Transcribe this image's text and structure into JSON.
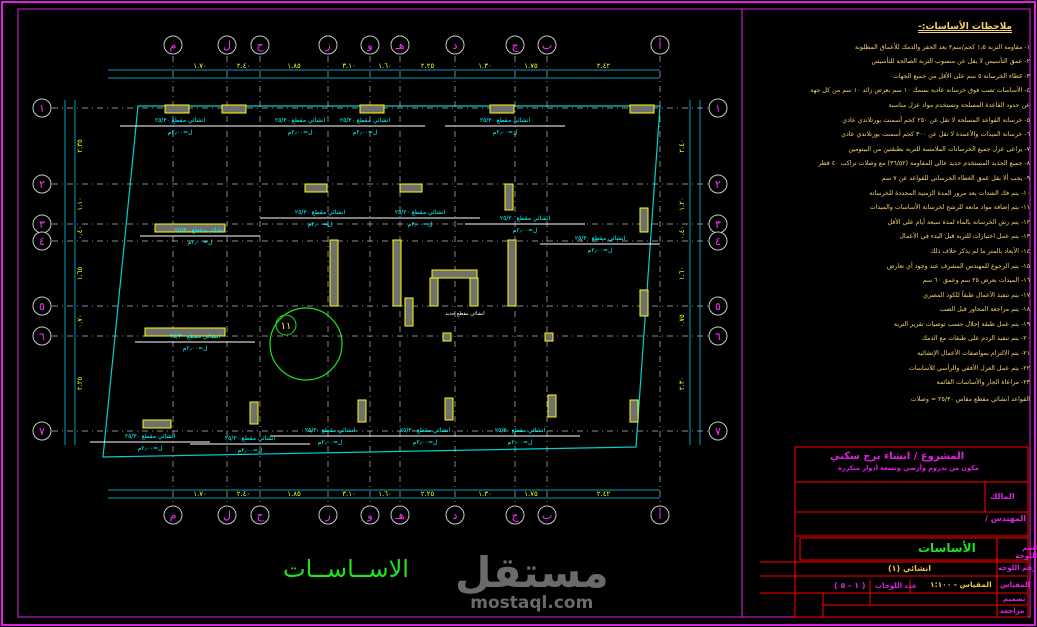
{
  "drawing": {
    "column_axes": [
      "م",
      "ل",
      "ح",
      "ز",
      "و",
      "هـ",
      "د",
      "ج",
      "ب",
      "أ"
    ],
    "row_axes": [
      "١",
      "٢",
      "٣",
      "٤",
      "٥",
      "٦",
      "٧"
    ],
    "top_dimensions": [
      "١.٧٠",
      "٢.٤٠",
      "١.٨٥",
      "٣.١٠",
      "١.٦٠",
      "٢.٢٥",
      "١.٣٠",
      "١.٧٥",
      "٢.٤٢"
    ],
    "bottom_dimensions": [
      "١.٧٠",
      "٢.٤٠",
      "١.٨٥",
      "٣.١٠",
      "١.٦٠",
      "٢.٢٥",
      "١.٣٠",
      "١.٧٥",
      "٢.٤٢"
    ],
    "left_dimensions": [
      "٢.٣٥",
      "١.١٠",
      "٠.٤٠",
      "١.٦٥",
      "٠.٧٠",
      "٢.٢٥"
    ],
    "right_dimensions": [
      "٢.٤٠",
      "١.٢٠",
      "٠.٤٠",
      "١.٦٠",
      "٠.٧٥",
      "٢.٣٠"
    ],
    "footing_label": "انشائي مقطع ٢٥/٣٠",
    "footing_sub": "ل=٢٫٠٠م",
    "detail_label": "١١",
    "center_note": "انشائي مقطع جديد"
  },
  "notes": {
    "title": "ملاحظات الأساسات:-",
    "items": [
      "١- مقاومة التربة ١٫٥ كجم/سم٢ بعد الحفر والدمك للأعماق المطلوبة",
      "٢- عمق التأسيس لا يقل عن منسوب التربة الصالحة للتأسيس",
      "٣- غطاء الخرسانة ٥ سم على الأقل من جميع الجهات",
      "٤- الأساسات تصب فوق خرسانة عادية بسمك ١٠ سم بعرض زائد ١٠ سم من كل جهة",
      "عن حدود القاعدة المسلحة وتستخدم مواد عزل مناسبة",
      "٥- خرسانة القواعد المسلحة لا تقل عن ٢٥٠ كجم أسمنت بورتلاندي عادي",
      "٦- خرسانة الميدات والأعمدة لا تقل عن ٣٠٠ كجم أسمنت بورتلاندي عادي",
      "٧- يراعى عزل جميع الخرسانات الملامسة للتربة بطبقتين من البيتومين",
      "٨- جميع الحديد المستخدم حديد عالي المقاومة (٣٦/٥٢) مع وصلات تراكب ٤٠ قطر",
      "٩- يجب ألا يقل عمق الغطاء الخرساني للقواعد عن ٧ سم",
      "١٠- يتم فك الشدات بعد مرور المدة الزمنية المحددة للخرسانة",
      "١١- يتم إضافة مواد مانعة للرشح لخرسانة الأساسات والميدات",
      "١٢- يتم رش الخرسانة بالماء لمدة سبعة أيام على الأقل",
      "١٣- يتم عمل اختبارات للتربة قبل البدء في الأعمال",
      "١٤- الأبعاد بالمتر ما لم يذكر خلاف ذلك",
      "١٥- يتم الرجوع للمهندس المشرف عند وجود أي تعارض",
      "١٦- الميدات بعرض ٢٥ سم وعمق ٦٠ سم",
      "١٧- يتم تنفيذ الأعمال طبقاً للكود المصري",
      "١٨- يتم مراجعة المحاور قبل الصب",
      "١٩- يتم عمل طبقة إحلال حسب توصيات تقرير التربة",
      "٢٠- يتم تنفيذ الردم على طبقات مع الدمك",
      "٢١- يتم الالتزام بمواصفات الأعمال الإنشائية",
      "٢٢- يتم عمل العزل الأفقي والرأسي للأساسات",
      "٢٣- مراعاة الجار والأساسات القائمة"
    ],
    "footnote": "القواعد انشائي مقطع مقاس ٢٥/٣٠ = وصلات"
  },
  "title_block": {
    "project": "المشروع / انشاء برج سكني",
    "project_sub": "مكون من بدروم وأرضي وتسعة أدوار متكررة",
    "owner_label": "المالك",
    "engineer_label": "المهندس /",
    "drawing_name_label": "اسم اللوحة",
    "drawing_name": "الأساسات",
    "drawing_no_label": "رقم اللوحة",
    "drawing_no": "انشائي (١)",
    "scale_label": "المقياس",
    "scale": "المقياس - ١:١٠٠",
    "sheet_label": "عدد اللوحات",
    "sheet_count": "( ١ - ٥ )",
    "design_label": "تصميم",
    "review_label": "مراجعة"
  },
  "sheet_title": "الاســاســات",
  "watermark": {
    "arabic": "مستقل",
    "latin": "mostaql.com"
  },
  "colors": {
    "frame": "#e020e0",
    "grid": "#00a0c0",
    "dim": "#ffff00",
    "label": "#00ffff",
    "titleblock": "#ff0000",
    "green": "#22e022"
  }
}
